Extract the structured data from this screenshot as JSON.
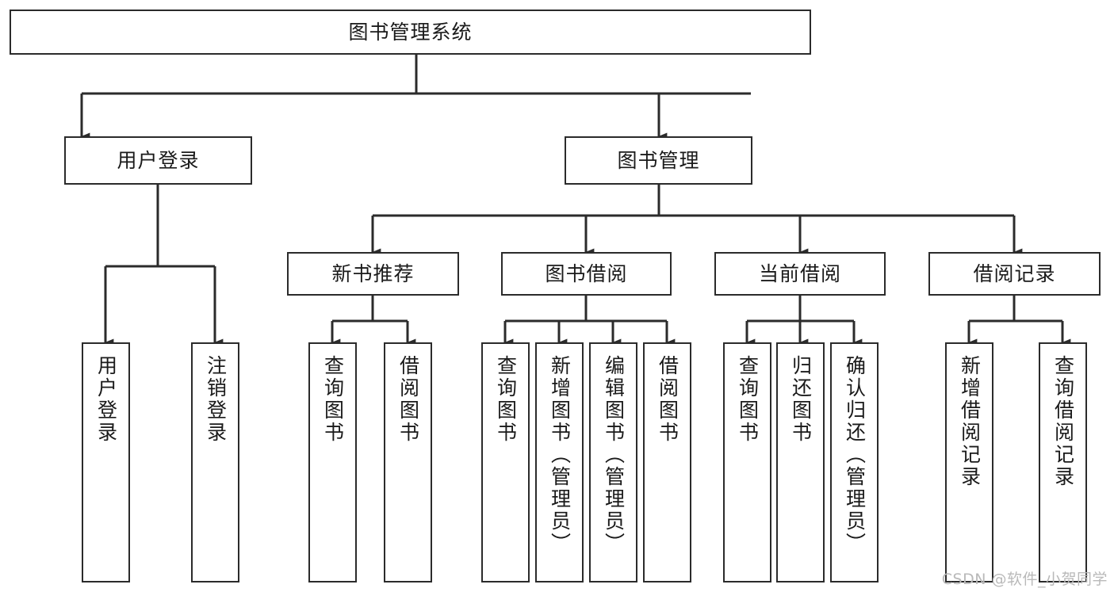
{
  "diagram": {
    "type": "tree-flowchart",
    "title": "图书管理系统",
    "watermark": "CSDN @软件_小贺同学",
    "colors": {
      "stroke": "#2b2b2b",
      "fill": "#ffffff",
      "text": "#1a1a1a",
      "watermark": "#b9b9b9"
    },
    "nodes": {
      "root": {
        "label": "图书管理系统"
      },
      "level2": [
        {
          "id": "user-login",
          "label": "用户登录"
        },
        {
          "id": "book-manage",
          "label": "图书管理"
        }
      ],
      "level3": [
        {
          "id": "new-book-rec",
          "label": "新书推荐"
        },
        {
          "id": "book-borrow",
          "label": "图书借阅"
        },
        {
          "id": "current-borrow",
          "label": "当前借阅"
        },
        {
          "id": "borrow-record",
          "label": "借阅记录"
        }
      ],
      "leaves": [
        {
          "id": "leaf-user-login",
          "label": "用户登录"
        },
        {
          "id": "leaf-logout-login",
          "label": "注销登录"
        },
        {
          "id": "leaf-query-book-1",
          "label": "查询图书"
        },
        {
          "id": "leaf-borrow-book-1",
          "label": "借阅图书"
        },
        {
          "id": "leaf-query-book-2",
          "label": "查询图书"
        },
        {
          "id": "leaf-add-book",
          "label": "新增图书（管理员）"
        },
        {
          "id": "leaf-edit-book",
          "label": "编辑图书（管理员）"
        },
        {
          "id": "leaf-borrow-book-2",
          "label": "借阅图书"
        },
        {
          "id": "leaf-query-book-3",
          "label": "查询图书"
        },
        {
          "id": "leaf-return-book",
          "label": "归还图书"
        },
        {
          "id": "leaf-confirm-return",
          "label": "确认归还（管理员）"
        },
        {
          "id": "leaf-add-record",
          "label": "新增借阅记录"
        },
        {
          "id": "leaf-query-record",
          "label": "查询借阅记录"
        }
      ]
    },
    "edges": [
      {
        "from": "图书管理系统",
        "to": "用户登录"
      },
      {
        "from": "图书管理系统",
        "to": "图书管理"
      },
      {
        "from": "用户登录",
        "to": "用户登录"
      },
      {
        "from": "用户登录",
        "to": "注销登录"
      },
      {
        "from": "图书管理",
        "to": "新书推荐"
      },
      {
        "from": "图书管理",
        "to": "图书借阅"
      },
      {
        "from": "图书管理",
        "to": "当前借阅"
      },
      {
        "from": "图书管理",
        "to": "借阅记录"
      },
      {
        "from": "新书推荐",
        "to": "查询图书"
      },
      {
        "from": "新书推荐",
        "to": "借阅图书"
      },
      {
        "from": "图书借阅",
        "to": "查询图书"
      },
      {
        "from": "图书借阅",
        "to": "新增图书（管理员）"
      },
      {
        "from": "图书借阅",
        "to": "编辑图书（管理员）"
      },
      {
        "from": "图书借阅",
        "to": "借阅图书"
      },
      {
        "from": "当前借阅",
        "to": "查询图书"
      },
      {
        "from": "当前借阅",
        "to": "归还图书"
      },
      {
        "from": "当前借阅",
        "to": "确认归还（管理员）"
      },
      {
        "from": "借阅记录",
        "to": "新增借阅记录"
      },
      {
        "from": "借阅记录",
        "to": "查询借阅记录"
      }
    ]
  }
}
